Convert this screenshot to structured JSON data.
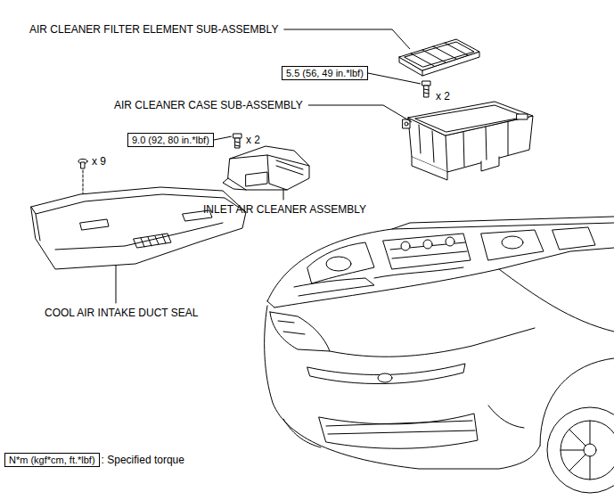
{
  "diagram": {
    "nodes": [
      {
        "text": [
          "5.5 (56, 49 in.*lbf)"
        ]
      },
      {
        "text": [
          "9.0 (92, 80 in.*lbf)"
        ]
      },
      {
        "text": [
          "N*m (kgf*cm, ft.*lbf)"
        ]
      }
    ],
    "labels": [
      "AIR CLEANER FILTER ELEMENT SUB-ASSEMBLY",
      "x 2",
      "AIR CLEANER CASE SUB-ASSEMBLY",
      "x 2",
      "x 9",
      "INLET AIR CLEANER ASSEMBLY",
      "COOL AIR INTAKE DUCT SEAL",
      ": Specified torque"
    ]
  }
}
